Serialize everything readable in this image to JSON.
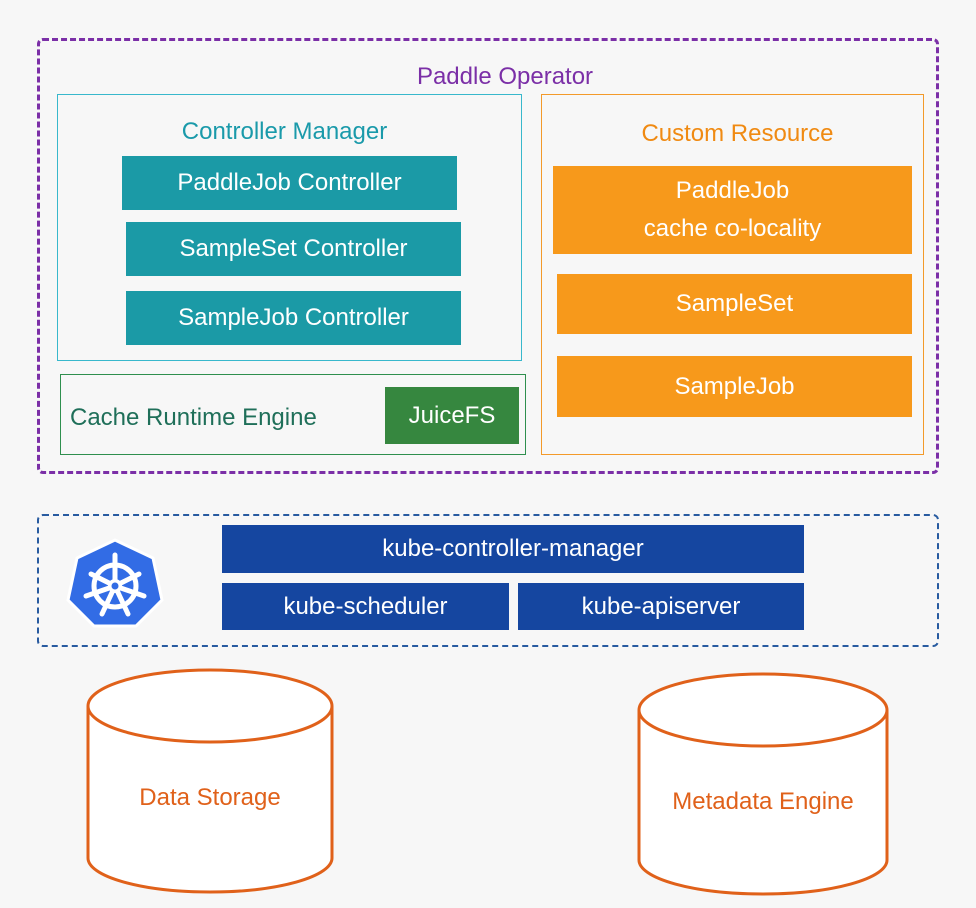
{
  "paddle_operator": {
    "title": "Paddle Operator",
    "controller_manager": {
      "title": "Controller Manager",
      "items": [
        "PaddleJob Controller",
        "SampleSet Controller",
        "SampleJob Controller"
      ]
    },
    "cache_runtime": {
      "label": "Cache Runtime Engine",
      "engine": "JuiceFS"
    },
    "custom_resource": {
      "title": "Custom Resource",
      "paddlejob_line1": "PaddleJob",
      "paddlejob_line2": "cache co-locality",
      "sampleset": "SampleSet",
      "samplejob": "SampleJob"
    }
  },
  "kubernetes": {
    "logo_icon": "kubernetes-helm-icon",
    "controller_manager": "kube-controller-manager",
    "scheduler": "kube-scheduler",
    "apiserver": "kube-apiserver"
  },
  "storage": {
    "data_storage": "Data Storage",
    "metadata_engine": "Metadata Engine"
  },
  "colors": {
    "purple": "#7b2fa7",
    "teal": "#1b9aa6",
    "green": "#36873f",
    "orange": "#f7991b",
    "k8s_blue": "#1546a0",
    "storage_orange": "#e0611a"
  }
}
